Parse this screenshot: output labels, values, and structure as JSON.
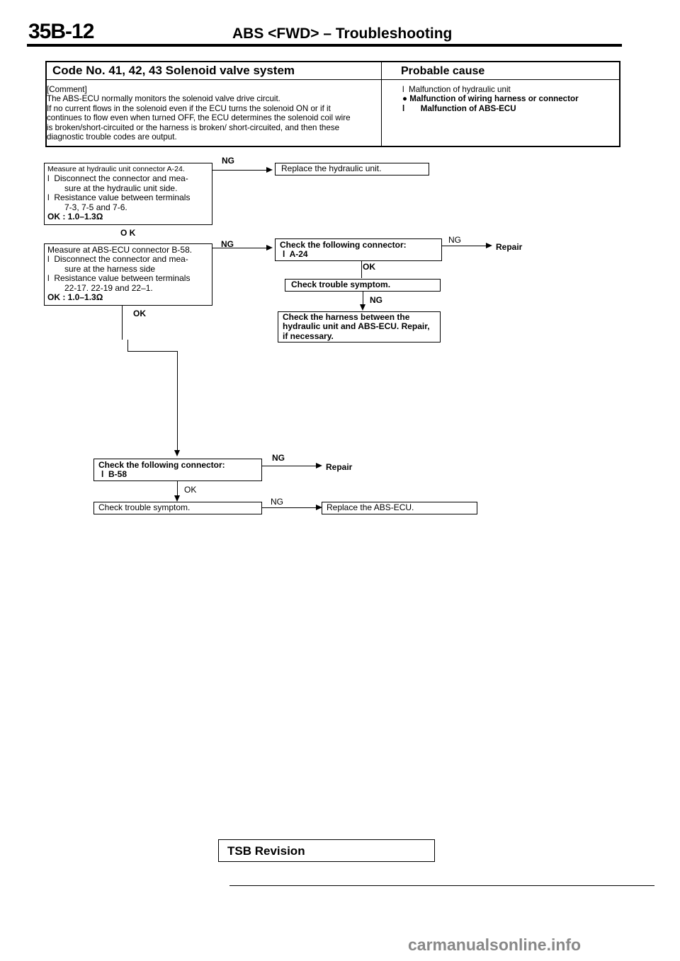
{
  "header": {
    "page_number": "35B-12",
    "title": "ABS <FWD> – Troubleshooting"
  },
  "info": {
    "code_heading": "Code No. 41, 42, 43 Solenoid valve system",
    "cause_heading": "Probable cause",
    "comment_label": "[Comment]",
    "comment_lines": [
      "The ABS-ECU normally monitors the solenoid valve drive circuit.",
      "If no current flows in the solenoid even if the ECU turns the solenoid ON or if it",
      "continues to flow even when turned OFF, the ECU determines the solenoid coil wire",
      "is broken/short-circuited or the harness is broken/ short-circuited, and then these",
      "diagnostic trouble codes are output."
    ],
    "causes": [
      "Malfunction of hydraulic unit",
      "Malfunction of wiring harness or connector",
      "Malfunction of ABS-ECU"
    ],
    "bullet": "l"
  },
  "flow": {
    "step1": {
      "line1": "Measure at hydraulic unit connector A-24.",
      "line2": "Disconnect the connector and mea-",
      "line3": "sure at the hydraulic unit side.",
      "line4": "Resistance value between terminals",
      "line5": "7-3, 7-5 and 7-6.",
      "line6": "OK : 1.0–1.3Ω"
    },
    "step1_ng": "NG",
    "step1_ng_action": "Replace the hydraulic unit.",
    "step1_ok": "O K",
    "step2": {
      "line1": "Measure at ABS-ECU connector B-58.",
      "line2": "Disconnect the connector and mea-",
      "line3": "sure at the harness side",
      "line4": "Resistance value between terminals",
      "line5": "22-17. 22-19 and 22–1.",
      "line6": "OK : 1.0–1.3Ω"
    },
    "step2_ng": "NG",
    "step2_ok": "OK",
    "check_a24": {
      "line1": "Check the following connector:",
      "line2": "A-24"
    },
    "check_a24_ng": "NG",
    "check_a24_ng_action": "Repair",
    "check_a24_ok": "OK",
    "symptom1": "Check trouble symptom.",
    "symptom1_ng": "NG",
    "harness": {
      "line1": "Check the harness between the",
      "line2": "hydraulic unit and ABS-ECU. Repair,",
      "line3": "if necessary."
    },
    "check_b58": {
      "line1": "Check the following connector:",
      "line2": "B-58"
    },
    "check_b58_ng": "NG",
    "check_b58_ng_action": "Repair",
    "check_b58_ok": "OK",
    "symptom2": "Check trouble symptom.",
    "symptom2_ng": "NG",
    "symptom2_ng_action": "Replace the ABS-ECU."
  },
  "footer": {
    "tsb": "TSB Revision",
    "watermark": "carmanualsonline.info"
  }
}
